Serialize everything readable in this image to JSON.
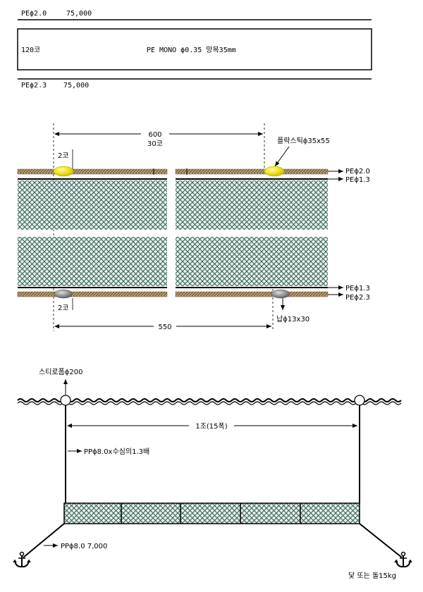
{
  "spec_top": {
    "head_rope": "PEϕ2.0",
    "head_rope_length": "75,000",
    "net_count": "120코",
    "net_spec": "PE MONO ϕ0.35 망목35mm",
    "foot_rope": "PEϕ2.3",
    "foot_rope_length": "75,000"
  },
  "panel_detail": {
    "top_spacing": "600",
    "top_spacing_mesh": "30코",
    "float_gap": "2코",
    "float_label": "플락스틱ϕ35x55",
    "label_top_rope": "PEϕ2.0",
    "label_top_line": "PEϕ1.3",
    "label_bottom_line": "PEϕ1.3",
    "label_bottom_rope": "PEϕ2.3",
    "sinker_gap": "2코",
    "bottom_spacing": "550",
    "sinker_label": "납ϕ13x30"
  },
  "setup": {
    "buoy_label": "스티로폼ϕ200",
    "set_label": "1조(15폭)",
    "buoy_line_label": "PPϕ8.0x수심의1.3배",
    "anchor_line_label": "PPϕ8.0  7,000",
    "anchor_label": "닻 또는 돌15kg"
  },
  "colors": {
    "rope": "#c2a77a",
    "net_green": "#2f5f52",
    "net_bg": "#e9efec",
    "float": "#f2e41c",
    "sinker": "#8c8c8c"
  }
}
